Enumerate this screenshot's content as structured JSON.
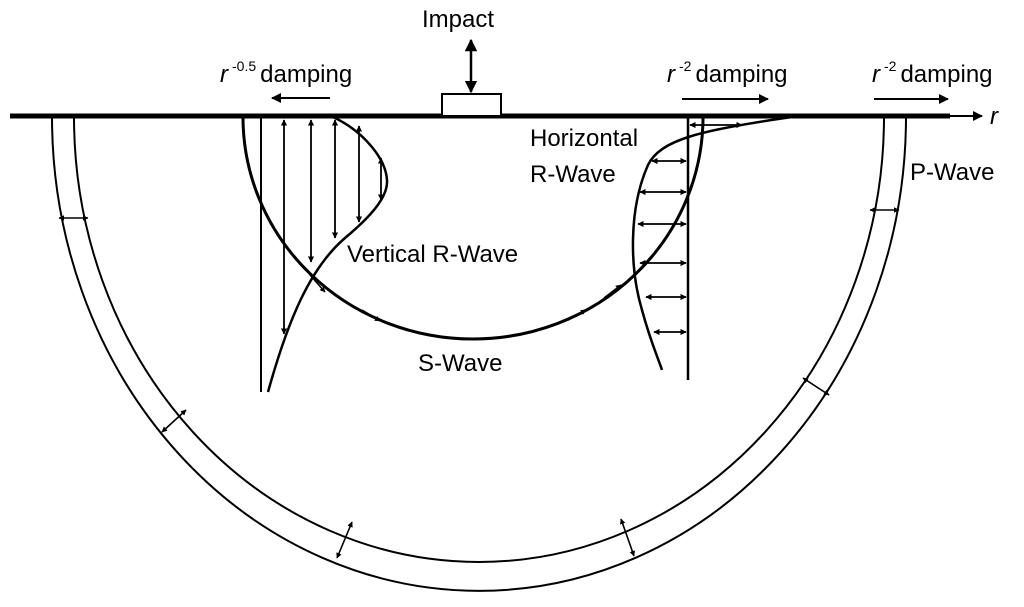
{
  "labels": {
    "impact": "Impact",
    "r_axis": "r",
    "damping_rayleigh": {
      "base": "r",
      "exponent": "-0.5",
      "word": "damping"
    },
    "damping_s": {
      "base": "r",
      "exponent": "-2",
      "word": "damping"
    },
    "damping_p": {
      "base": "r",
      "exponent": "-2",
      "word": "damping"
    },
    "horizontal_line1": "Horizontal",
    "horizontal_line2": "R-Wave",
    "vertical_rwave": "Vertical R-Wave",
    "s_wave": "S-Wave",
    "p_wave": "P-Wave"
  },
  "colors": {
    "ink": "#000000",
    "background": "#ffffff"
  }
}
